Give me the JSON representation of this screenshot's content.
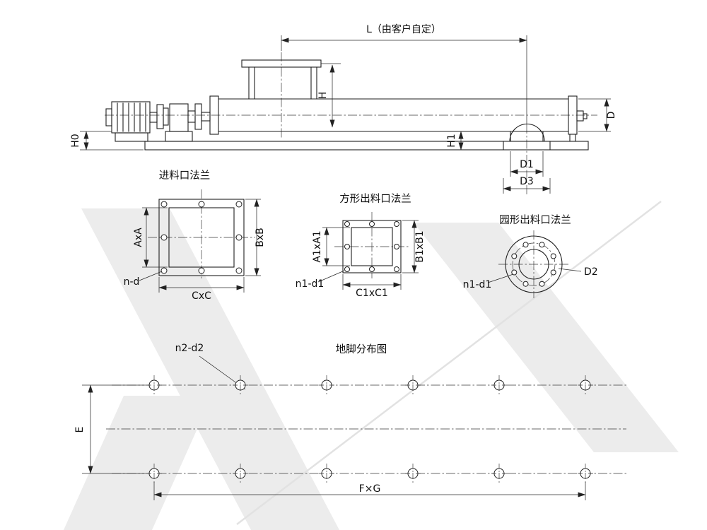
{
  "side_view": {
    "dim_L": "L（由客户自定）",
    "dim_H": "H",
    "dim_H0": "H0",
    "dim_H1": "H1",
    "dim_D": "D",
    "dim_D1": "D1",
    "dim_D3": "D3"
  },
  "inlet_flange": {
    "title": "进料口法兰",
    "dim_inner": "AxA",
    "dim_outer": "BxB",
    "dim_bolt": "CxC",
    "holes": "n-d"
  },
  "square_outlet_flange": {
    "title": "方形出料口法兰",
    "dim_inner": "A1xA1",
    "dim_outer": "B1xB1",
    "dim_bolt": "C1xC1",
    "holes": "n1-d1"
  },
  "round_outlet_flange": {
    "title": "园形出料口法兰",
    "dim_bolt_circle": "D2",
    "holes": "n1-d1"
  },
  "foundation_plan": {
    "title": "地脚分布图",
    "holes": "n2-d2",
    "dim_width": "E",
    "dim_length": "F×G"
  }
}
